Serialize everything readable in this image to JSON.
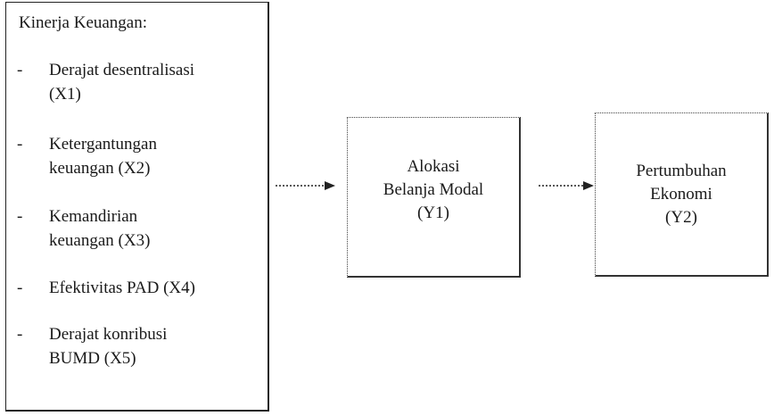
{
  "kinerja_box": {
    "title": "Kinerja Keuangan:",
    "items": [
      {
        "dash": "-",
        "text": "Derajat desentralisasi\n(X1)"
      },
      {
        "dash": "-",
        "text": "Ketergantungan\nkeuangan  (X2)"
      },
      {
        "dash": "-",
        "text": "Kemandirian\nkeuangan  (X3)"
      },
      {
        "dash": "-",
        "text": "Efektivitas  PAD (X4)"
      },
      {
        "dash": "-",
        "text": "Derajat konribusi\nBUMD (X5)"
      }
    ]
  },
  "alokasi_box": {
    "text": "Alokasi\nBelanja  Modal\n(Y1)"
  },
  "pertumbuhan_box": {
    "text": "Pertumbuhan\nEkonomi\n(Y2)"
  }
}
